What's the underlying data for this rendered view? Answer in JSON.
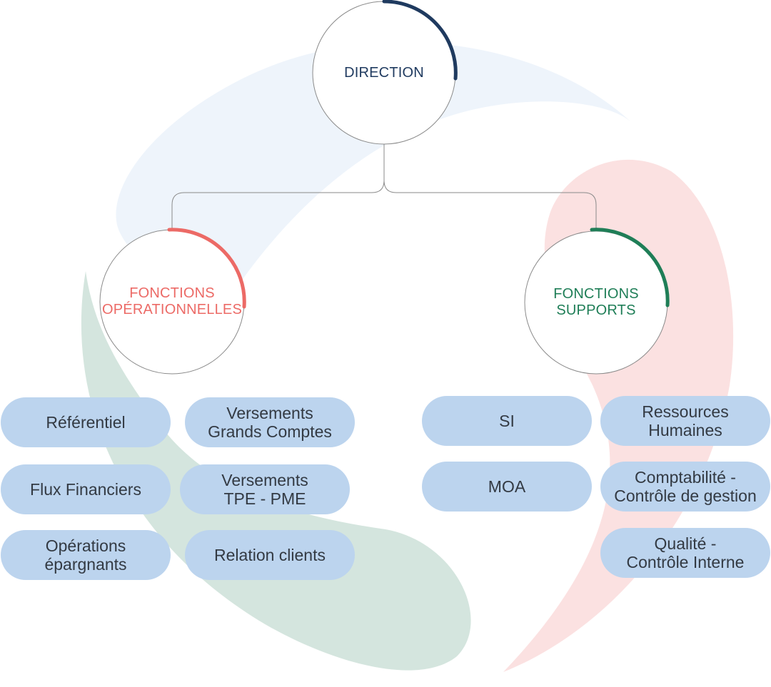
{
  "colors": {
    "direction": "#1f3a5f",
    "operations": "#ec6a66",
    "supports": "#1f7e57",
    "pill_bg": "#bcd4ee",
    "pill_text": "#333a43",
    "swoosh_blue": "#eef4fb",
    "swoosh_green": "#d4e5de",
    "swoosh_pink": "#fbe1e1",
    "connector": "#8a8a8a"
  },
  "direction": {
    "label": "DIRECTION"
  },
  "operations": {
    "line1": "FONCTIONS",
    "line2": "OPÉRATIONNELLES",
    "items": [
      {
        "line1": "Référentiel",
        "line2": ""
      },
      {
        "line1": "Versements",
        "line2": "Grands Comptes"
      },
      {
        "line1": "Flux Financiers",
        "line2": ""
      },
      {
        "line1": "Versements",
        "line2": "TPE - PME"
      },
      {
        "line1": "Opérations",
        "line2": "épargnants"
      },
      {
        "line1": "Relation clients",
        "line2": ""
      }
    ]
  },
  "supports": {
    "line1": "FONCTIONS",
    "line2": "SUPPORTS",
    "items": [
      {
        "line1": "SI",
        "line2": ""
      },
      {
        "line1": "Ressources",
        "line2": "Humaines"
      },
      {
        "line1": "MOA",
        "line2": ""
      },
      {
        "line1": "Comptabilité -",
        "line2": "Contrôle de gestion"
      },
      {
        "line1": "Qualité -",
        "line2": "Contrôle Interne"
      }
    ]
  }
}
